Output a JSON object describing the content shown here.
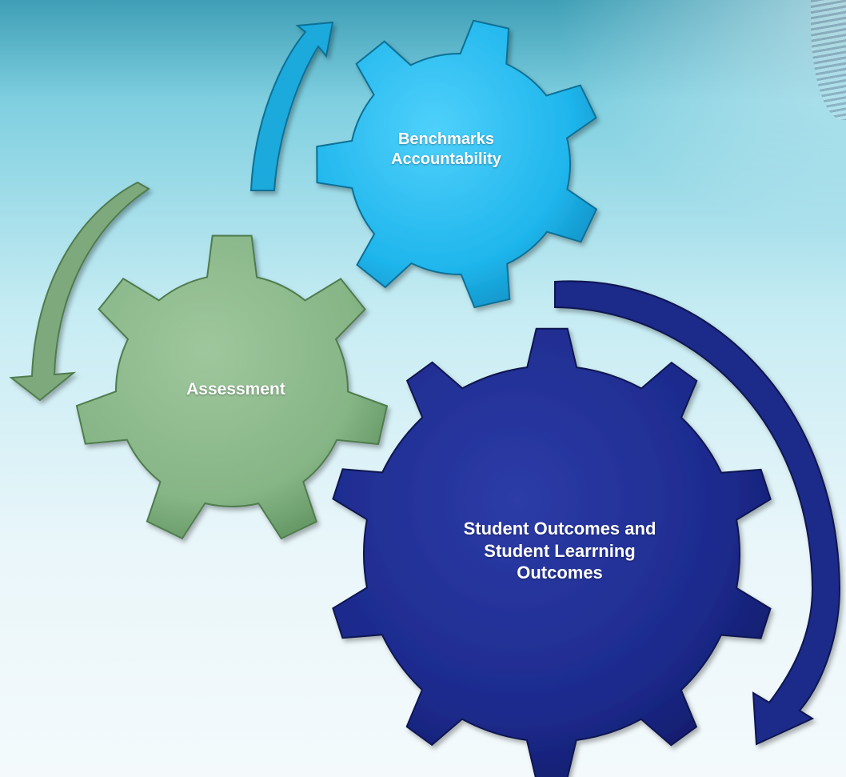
{
  "diagram": {
    "gears": [
      {
        "id": "benchmarks",
        "lines": [
          "Benchmarks",
          "Accountability"
        ],
        "color": "#1fb6ec"
      },
      {
        "id": "assessment",
        "lines": [
          "Assessment"
        ],
        "color": "#86b586"
      },
      {
        "id": "student",
        "lines": [
          "Student Outcomes and",
          "Student Learrning",
          "Outcomes"
        ],
        "color": "#1c2a8c"
      }
    ],
    "arrows": [
      {
        "id": "to-benchmarks",
        "color": "#1aa9dc"
      },
      {
        "id": "to-assessment",
        "color": "#7ea97c"
      },
      {
        "id": "to-student",
        "color": "#1e2a8a"
      }
    ]
  }
}
